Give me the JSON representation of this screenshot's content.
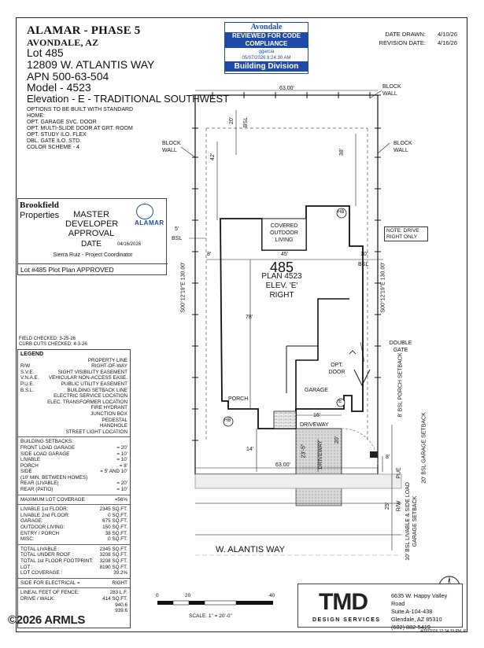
{
  "header": {
    "project": "ALAMAR - PHASE 5",
    "city": "AVONDALE, AZ",
    "lot": "Lot 485",
    "address": "12809 W. ATLANTIS WAY",
    "apn": "APN 500-63-504",
    "model": "Model - 4523",
    "elevation": "Elevation - E - TRADITIONAL SOUTHWEST",
    "options_title": "OPTIONS TO BE BUILT WITH STANDARD HOME:",
    "options": [
      "OPT. GARAGE SVC. DOOR",
      "OPT. MULTI-SLIDE DOOR AT GRT. ROOM",
      "OPT. STUDY ILO. FLEX",
      "DBL. GATE ILO. STD.",
      "COLOR SCHEME - 4"
    ]
  },
  "stamp": {
    "city": "Avondale",
    "line1": "REVIEWED FOR CODE",
    "line2": "COMPLIANCE",
    "reviewer": "ggarcia",
    "datetime": "05/07/2026   8:24:30 AM",
    "division": "Building Division"
  },
  "dates": {
    "drawn_label": "DATE DRAWN:",
    "drawn": "4/10/26",
    "revision_label": "REVISION DATE:",
    "revision": "4/16/26"
  },
  "approval": {
    "builder": "Brookfield",
    "builder2": "Properties",
    "title": "MASTER DEVELOPER APPROVAL",
    "brand": "ALAMAR",
    "date_label": "DATE",
    "date": "04/16/2026",
    "signer": "Sierra Ruiz - Project Coordinator",
    "status": "Lot #485 Plot Plan APPROVED"
  },
  "site": {
    "block_wall": "BLOCK WALL",
    "front_bsl": "20'",
    "bsl": "BSL",
    "lot_number": "485",
    "plan": "PLAN 4523",
    "elev": "ELEV. 'E'",
    "hand": "RIGHT",
    "covered": "COVERED OUTDOOR LIVING",
    "hb": "HB",
    "e": "E",
    "porch": "PORCH",
    "garage": "GARAGE",
    "opt_door": "OPT. DOOR",
    "double_gate": "DOUBLE GATE",
    "driveway": "DRIVEWAY",
    "driveway_v": "DRIVEWAY",
    "street": "W. ALANTIS WAY",
    "note_drive": "NOTE: DRIVE RIGHT ONLY",
    "dims": {
      "top": "63.00'",
      "bottom": "63.00'",
      "width_house": "45'",
      "left_setback": "8'",
      "right_setback": "10'",
      "side_5": "5'",
      "d42": "42'",
      "d38": "38'",
      "d78": "78'",
      "d16": "16'",
      "d14": "14'",
      "d20": "20'",
      "d23": "23'-5\"",
      "d8": "8'",
      "d8b": "8'",
      "d25": "25'",
      "d10": "10'",
      "bearing_left": "S00°12'19\"E 130.00'",
      "bearing_right": "S00°12'19\"E 130.00'",
      "porch_setback": "8' BSL PORCH SETBACK",
      "garage_setback": "20' BSL GARAGE SETBACK",
      "pue": "PUE",
      "rw": "R/W",
      "livable_setback": "10' BSL LIVABLE & SIDE LOAD GARAGE SETBACK"
    }
  },
  "field": {
    "checked": "FIELD CHECKED: 3-25-26",
    "curb": "CURB CUTS CHECKED: 4-3-26"
  },
  "legend": {
    "title": "LEGEND",
    "items": [
      [
        "",
        "PROPERTY LINE"
      ],
      [
        "R/W",
        "RIGHT-OF-WAY"
      ],
      [
        "S.V.E.",
        "SIGHT VISIBILITY EASEMENT"
      ],
      [
        "V.N.A.E.",
        "VEHICULAR NON-ACCESS EASE."
      ],
      [
        "P.U.E.",
        "PUBLIC UTILITY EASEMENT"
      ],
      [
        "B.S.L.",
        "BUILDING SETBACK LINE"
      ],
      [
        "",
        "ELECTRIC SERVICE LOCATION"
      ],
      [
        "",
        "ELEC. TRANSFORMER LOCATION"
      ],
      [
        "",
        "FIRE HYDRANT"
      ],
      [
        "",
        "JUNCTION BOX"
      ],
      [
        "",
        "PEDESTAL"
      ],
      [
        "",
        "HANDHOLE"
      ],
      [
        "",
        "STREET LIGHT LOCATION"
      ]
    ],
    "setbacks_title": "BUILDING SETBACKS:",
    "setbacks": [
      [
        "FRONT LOAD GARAGE",
        "= 20'"
      ],
      [
        "SIDE LOAD GARAGE",
        "= 10'"
      ],
      [
        "LIVABLE",
        "= 10'"
      ],
      [
        "PORCH",
        "= 8'"
      ],
      [
        "SIDE",
        "= 5' AND 10'"
      ],
      [
        "(10' MIN. BETWEEN HOMES)",
        ""
      ],
      [
        "REAR (LIVABLE)",
        "= 20'"
      ],
      [
        "REAR (PATIO)",
        "= 10'"
      ]
    ],
    "coverage": [
      "MAXIMUM LOT COVERAGE",
      "=56%"
    ],
    "areas": [
      [
        "LIVABLE 1st FLOOR:",
        "2345 SQ.FT."
      ],
      [
        "LIVABLE 2nd FLOOR:",
        "0 SQ.FT."
      ],
      [
        "GARAGE:",
        "675 SQ.FT."
      ],
      [
        "OUTDOOR LIVING:",
        "150 SQ.FT."
      ],
      [
        "ENTRY / PORCH",
        "38 SQ.FT."
      ],
      [
        "MISC:",
        "0 SQ.FT."
      ]
    ],
    "totals": [
      [
        "TOTAL LIVABLE :",
        "2345 SQ.FT."
      ],
      [
        "TOTAL UNDER ROOF :",
        "3208 SQ.FT."
      ],
      [
        "TOTAL 1st FLOOR FOOTPRINT:",
        "3208 SQ.FT."
      ],
      [
        "LOT :",
        "8190 SQ.FT."
      ],
      [
        "LOT COVERAGE :",
        "39.2%"
      ]
    ],
    "electrical": [
      "SIDE FOR ELECTRICAL =",
      "RIGHT"
    ],
    "fence": [
      [
        "LINEAL FEET OF FENCE:",
        "283 L.F."
      ],
      [
        "DRIVE / WALK:",
        "414 SQ.FT."
      ]
    ],
    "elev": [
      "940.6",
      "939.6"
    ]
  },
  "scale": {
    "ticks": [
      "0",
      "20",
      "40"
    ],
    "label": "SCALE:  1\" = 20'-0\""
  },
  "firm": {
    "logo": "TMD",
    "sub": "DESIGN SERVICES",
    "addr1": "6635 W. Happy Valley Road",
    "addr2": "Suite A-104-438",
    "addr3": "Glendale, AZ 85310",
    "phone": "(602) 882-5419"
  },
  "watermark": "©2026 ARMLS",
  "timestamp": "4/16/2026 12:34:39 PM, P1"
}
